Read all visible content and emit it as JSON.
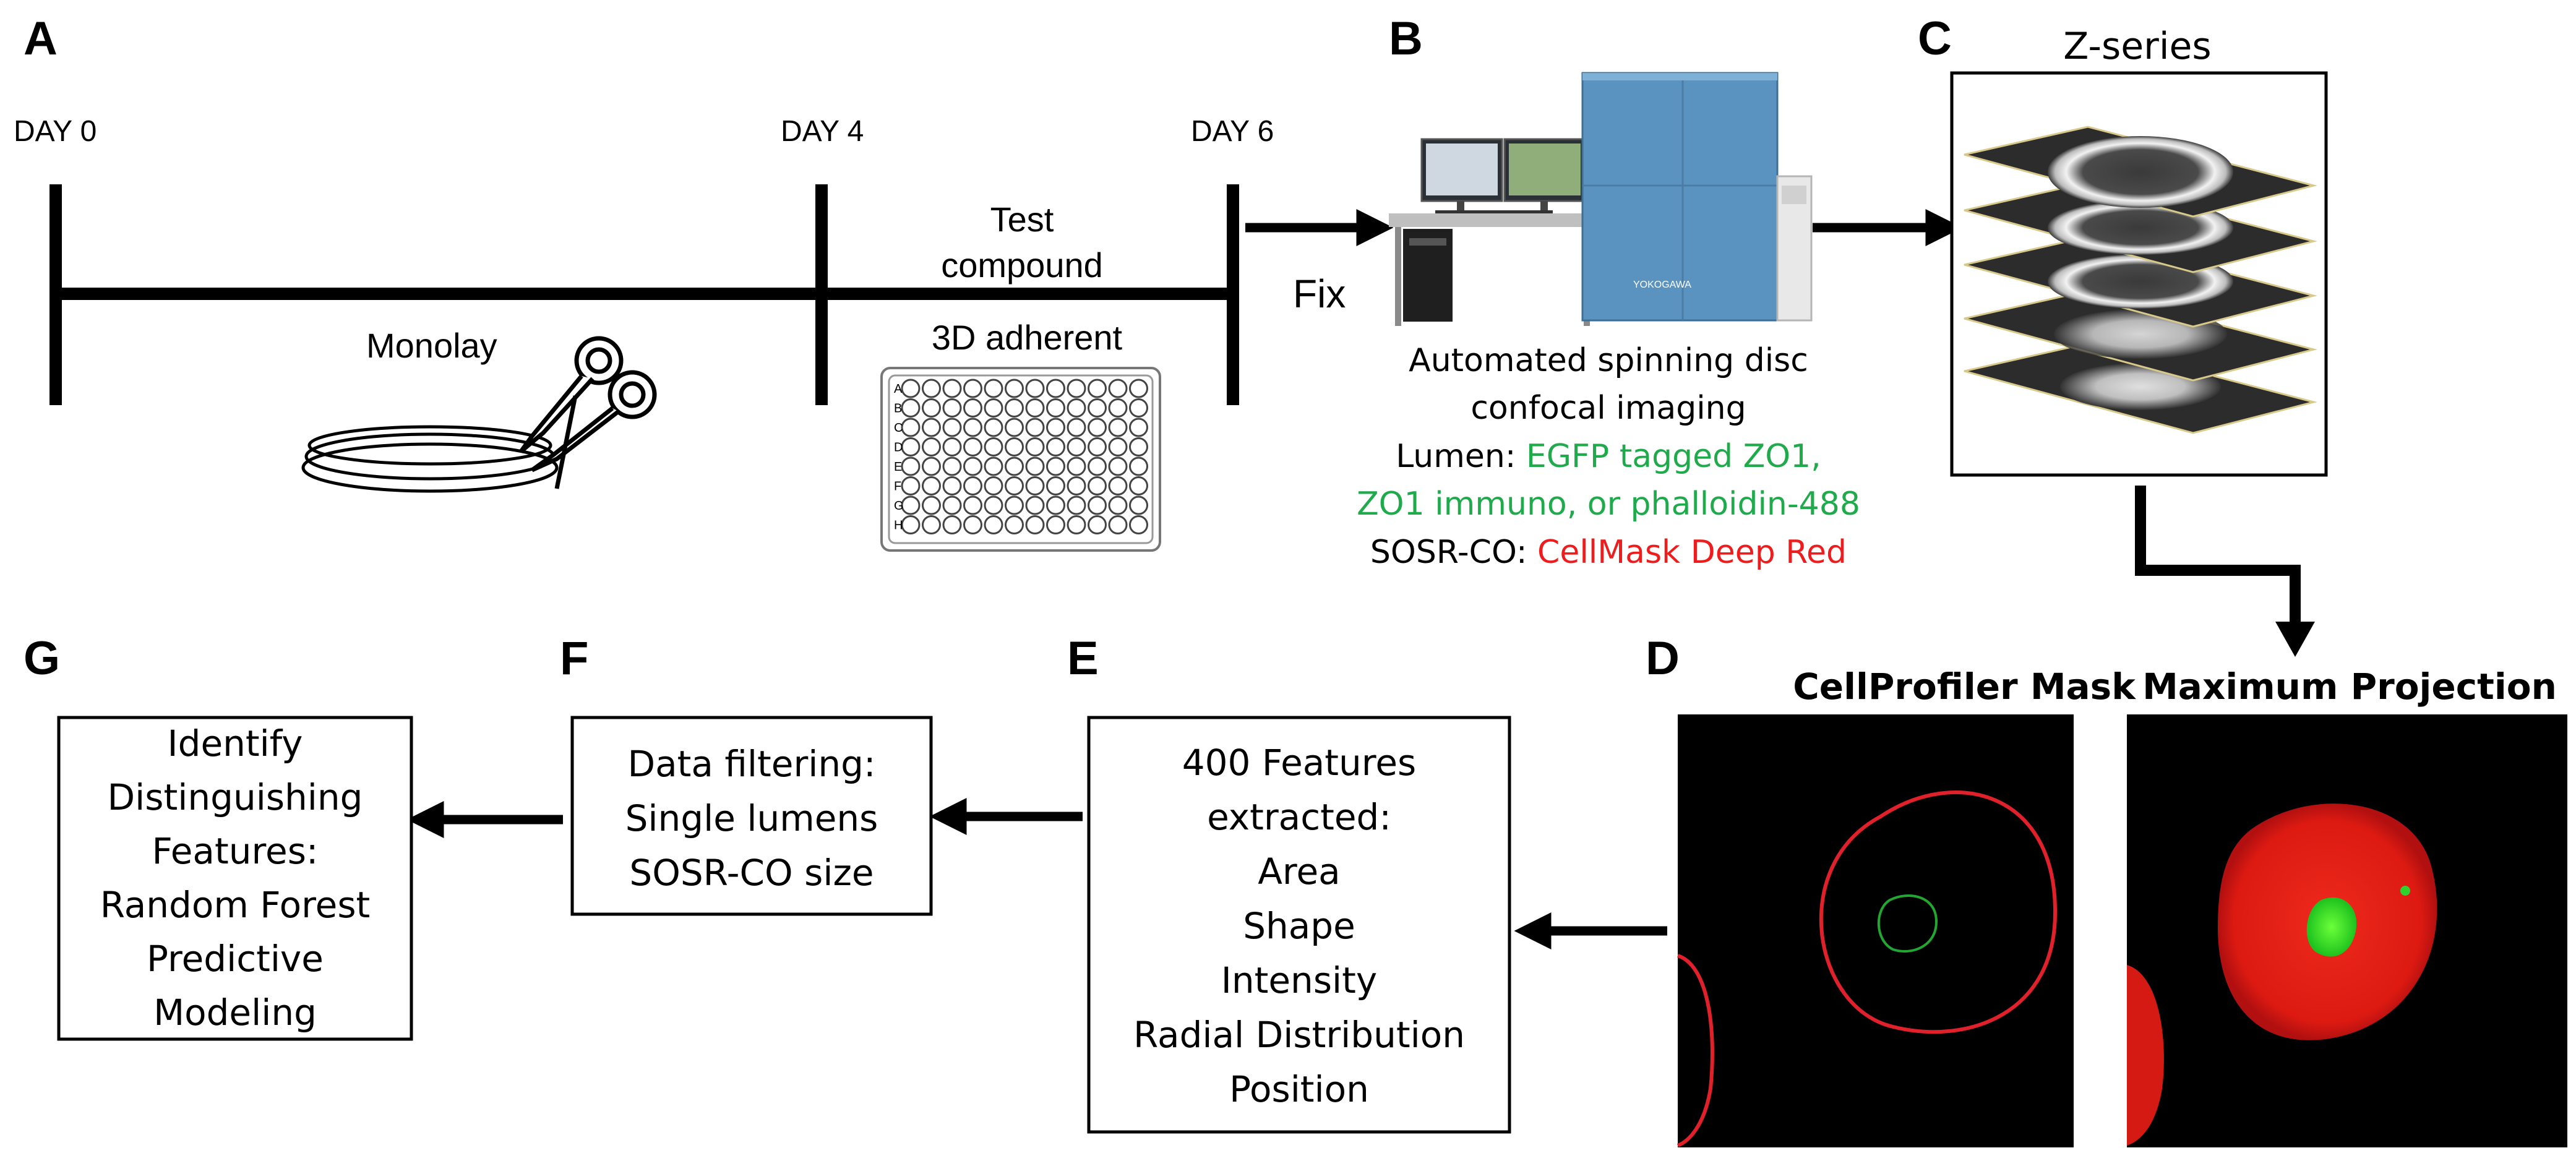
{
  "panels": {
    "a": "A",
    "b": "B",
    "c": "C",
    "d": "D",
    "e": "E",
    "f": "F",
    "g": "G"
  },
  "timeline": {
    "day0": "DAY 0",
    "day4": "DAY 4",
    "day6": "DAY 6",
    "monolayer": "Monolay",
    "test_line1": "Test",
    "test_line2": "compound",
    "adherent": "3D adherent",
    "fix": "Fix",
    "plate_rows": [
      "A",
      "B",
      "C",
      "D",
      "E",
      "F",
      "G",
      "H"
    ]
  },
  "imaging": {
    "line1": "Automated spinning disc",
    "line2": "confocal imaging",
    "lumen_prefix": "Lumen: ",
    "lumen_green1": "EGFP tagged ZO1,",
    "lumen_green2": "ZO1 immuno, or phalloidin-488",
    "sosr_prefix": "SOSR-CO: ",
    "sosr_red": "CellMask Deep Red",
    "instrument_brand": "YOKOGAWA"
  },
  "zseries": {
    "title": "Z-series"
  },
  "panel_d": {
    "mask_title": "CellProfiler Mask",
    "projection_title": "Maximum Projection"
  },
  "panel_e": {
    "lines": [
      "400 Features",
      "extracted:",
      "Area",
      "Shape",
      "Intensity",
      "Radial Distribution",
      "Position"
    ]
  },
  "panel_f": {
    "lines": [
      "Data filtering:",
      "Single lumens",
      "SOSR-CO size"
    ]
  },
  "panel_g": {
    "lines": [
      "Identify",
      "Distinguishing",
      "Features:",
      "Random Forest",
      "Predictive",
      "Modeling"
    ]
  },
  "colors": {
    "green_text": "#1faa4c",
    "red_text": "#ee1c1c",
    "mask_red": "#e0202a",
    "mask_green": "#22a832",
    "instrument_blue": "#5b93c0"
  }
}
